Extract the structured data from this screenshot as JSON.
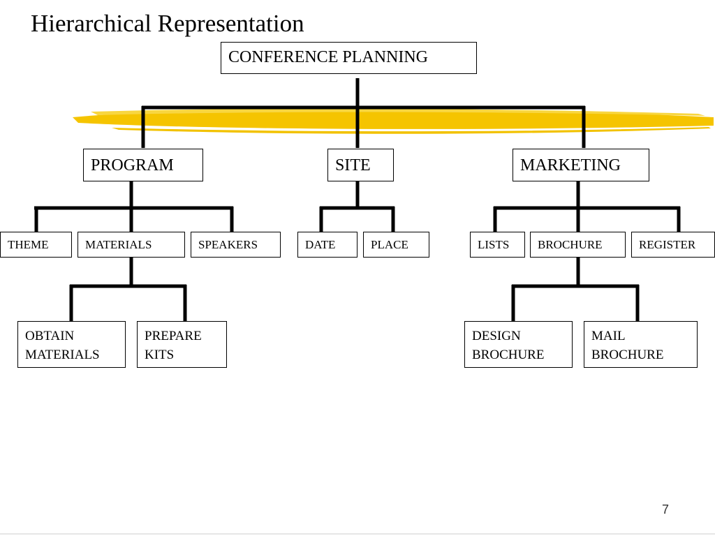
{
  "slide": {
    "title": "Hierarchical Representation",
    "page_number": "7",
    "highlight_color": "#f5c400"
  },
  "tree": {
    "root": "CONFERENCE PLANNING",
    "program": {
      "label": "PROGRAM",
      "theme": "THEME",
      "materials": "MATERIALS",
      "speakers": "SPEAKERS",
      "obtain_materials": "OBTAIN\nMATERIALS",
      "prepare_kits": "PREPARE\nKITS"
    },
    "site": {
      "label": "SITE",
      "date": "DATE",
      "place": "PLACE"
    },
    "marketing": {
      "label": "MARKETING",
      "lists": "LISTS",
      "brochure": "BROCHURE",
      "register": "REGISTER",
      "design_brochure": "DESIGN\nBROCHURE",
      "mail_brochure": "MAIL\nBROCHURE"
    }
  }
}
